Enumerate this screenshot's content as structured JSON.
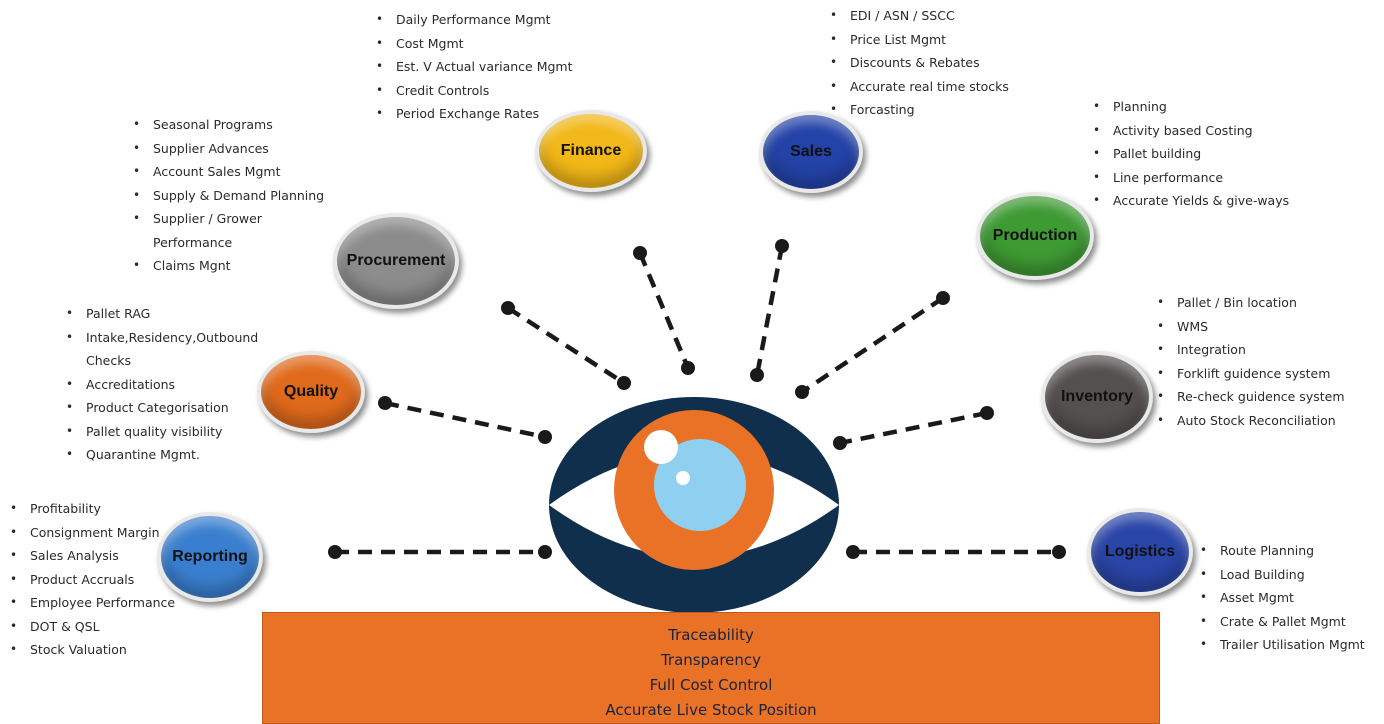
{
  "nodes": {
    "finance": {
      "label": "Finance",
      "color": "#f2b718"
    },
    "sales": {
      "label": "Sales",
      "color": "#2443a8"
    },
    "production": {
      "label": "Production",
      "color": "#3e9a33"
    },
    "procurement": {
      "label": "Procurement",
      "color": "#8c8c8c"
    },
    "quality": {
      "label": "Quality",
      "color": "#e06a1c"
    },
    "inventory": {
      "label": "Inventory",
      "color": "#555050"
    },
    "reporting": {
      "label": "Reporting",
      "color": "#3a7fcf"
    },
    "logistics": {
      "label": "Logistics",
      "color": "#2a45a8"
    }
  },
  "lists": {
    "finance": [
      "Daily Performance Mgmt",
      "Cost Mgmt",
      "Est. V Actual variance Mgmt",
      "Credit Controls",
      "Period Exchange Rates"
    ],
    "sales": [
      "EDI / ASN / SSCC",
      "Price List Mgmt",
      "Discounts & Rebates",
      "Accurate real time stocks",
      "Forcasting"
    ],
    "production": [
      "Planning",
      "Activity based Costing",
      "Pallet building",
      "Line performance",
      "Accurate Yields & give-ways"
    ],
    "procurement": [
      "Seasonal Programs",
      "Supplier Advances",
      "Account Sales Mgmt",
      "Supply & Demand Planning",
      "Supplier / Grower",
      "Performance",
      "Claims Mgnt"
    ],
    "quality": [
      "Pallet RAG",
      "Intake,Residency,Outbound",
      "Checks",
      "Accreditations",
      "Product Categorisation",
      "Pallet quality visibility",
      "Quarantine Mgmt."
    ],
    "inventory": [
      "Pallet / Bin location",
      "WMS",
      "Integration",
      "Forklift guidence system",
      "Re-check guidence system",
      "Auto Stock Reconciliation"
    ],
    "reporting": [
      "Profitability",
      "Consignment Margin",
      "Sales Analysis",
      "Product Accruals",
      "Employee Performance",
      "DOT & QSL",
      "Stock Valuation"
    ],
    "logistics": [
      "Route Planning",
      "Load Building",
      "Asset Mgmt",
      "Crate & Pallet Mgmt",
      "Trailer Utilisation Mgmt"
    ]
  },
  "banner": [
    "Traceability",
    "Transparency",
    "Full Cost Control",
    "Accurate Live Stock Position"
  ],
  "colors": {
    "eye_dark": "#0f2f4c",
    "eye_iris": "#ea7226",
    "eye_pupil": "#8fd0f0",
    "banner": "#ea7226"
  }
}
